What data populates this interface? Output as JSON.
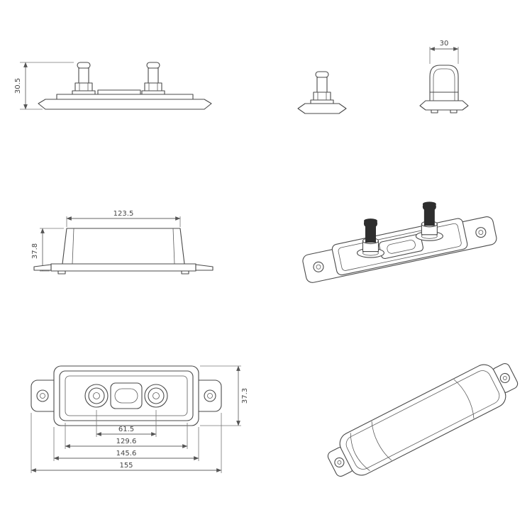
{
  "sheet": {
    "background": "#ffffff",
    "line_color": "#4a4a4a",
    "dim_color": "#555555"
  },
  "dimensions": {
    "side_height": "30.5",
    "end_width": "30",
    "front_width": "123.5",
    "front_height": "37.8",
    "terminal_spacing": "61.5",
    "inner_width": "129.6",
    "body_width": "145.6",
    "overall_width": "155",
    "top_depth": "37.3"
  }
}
